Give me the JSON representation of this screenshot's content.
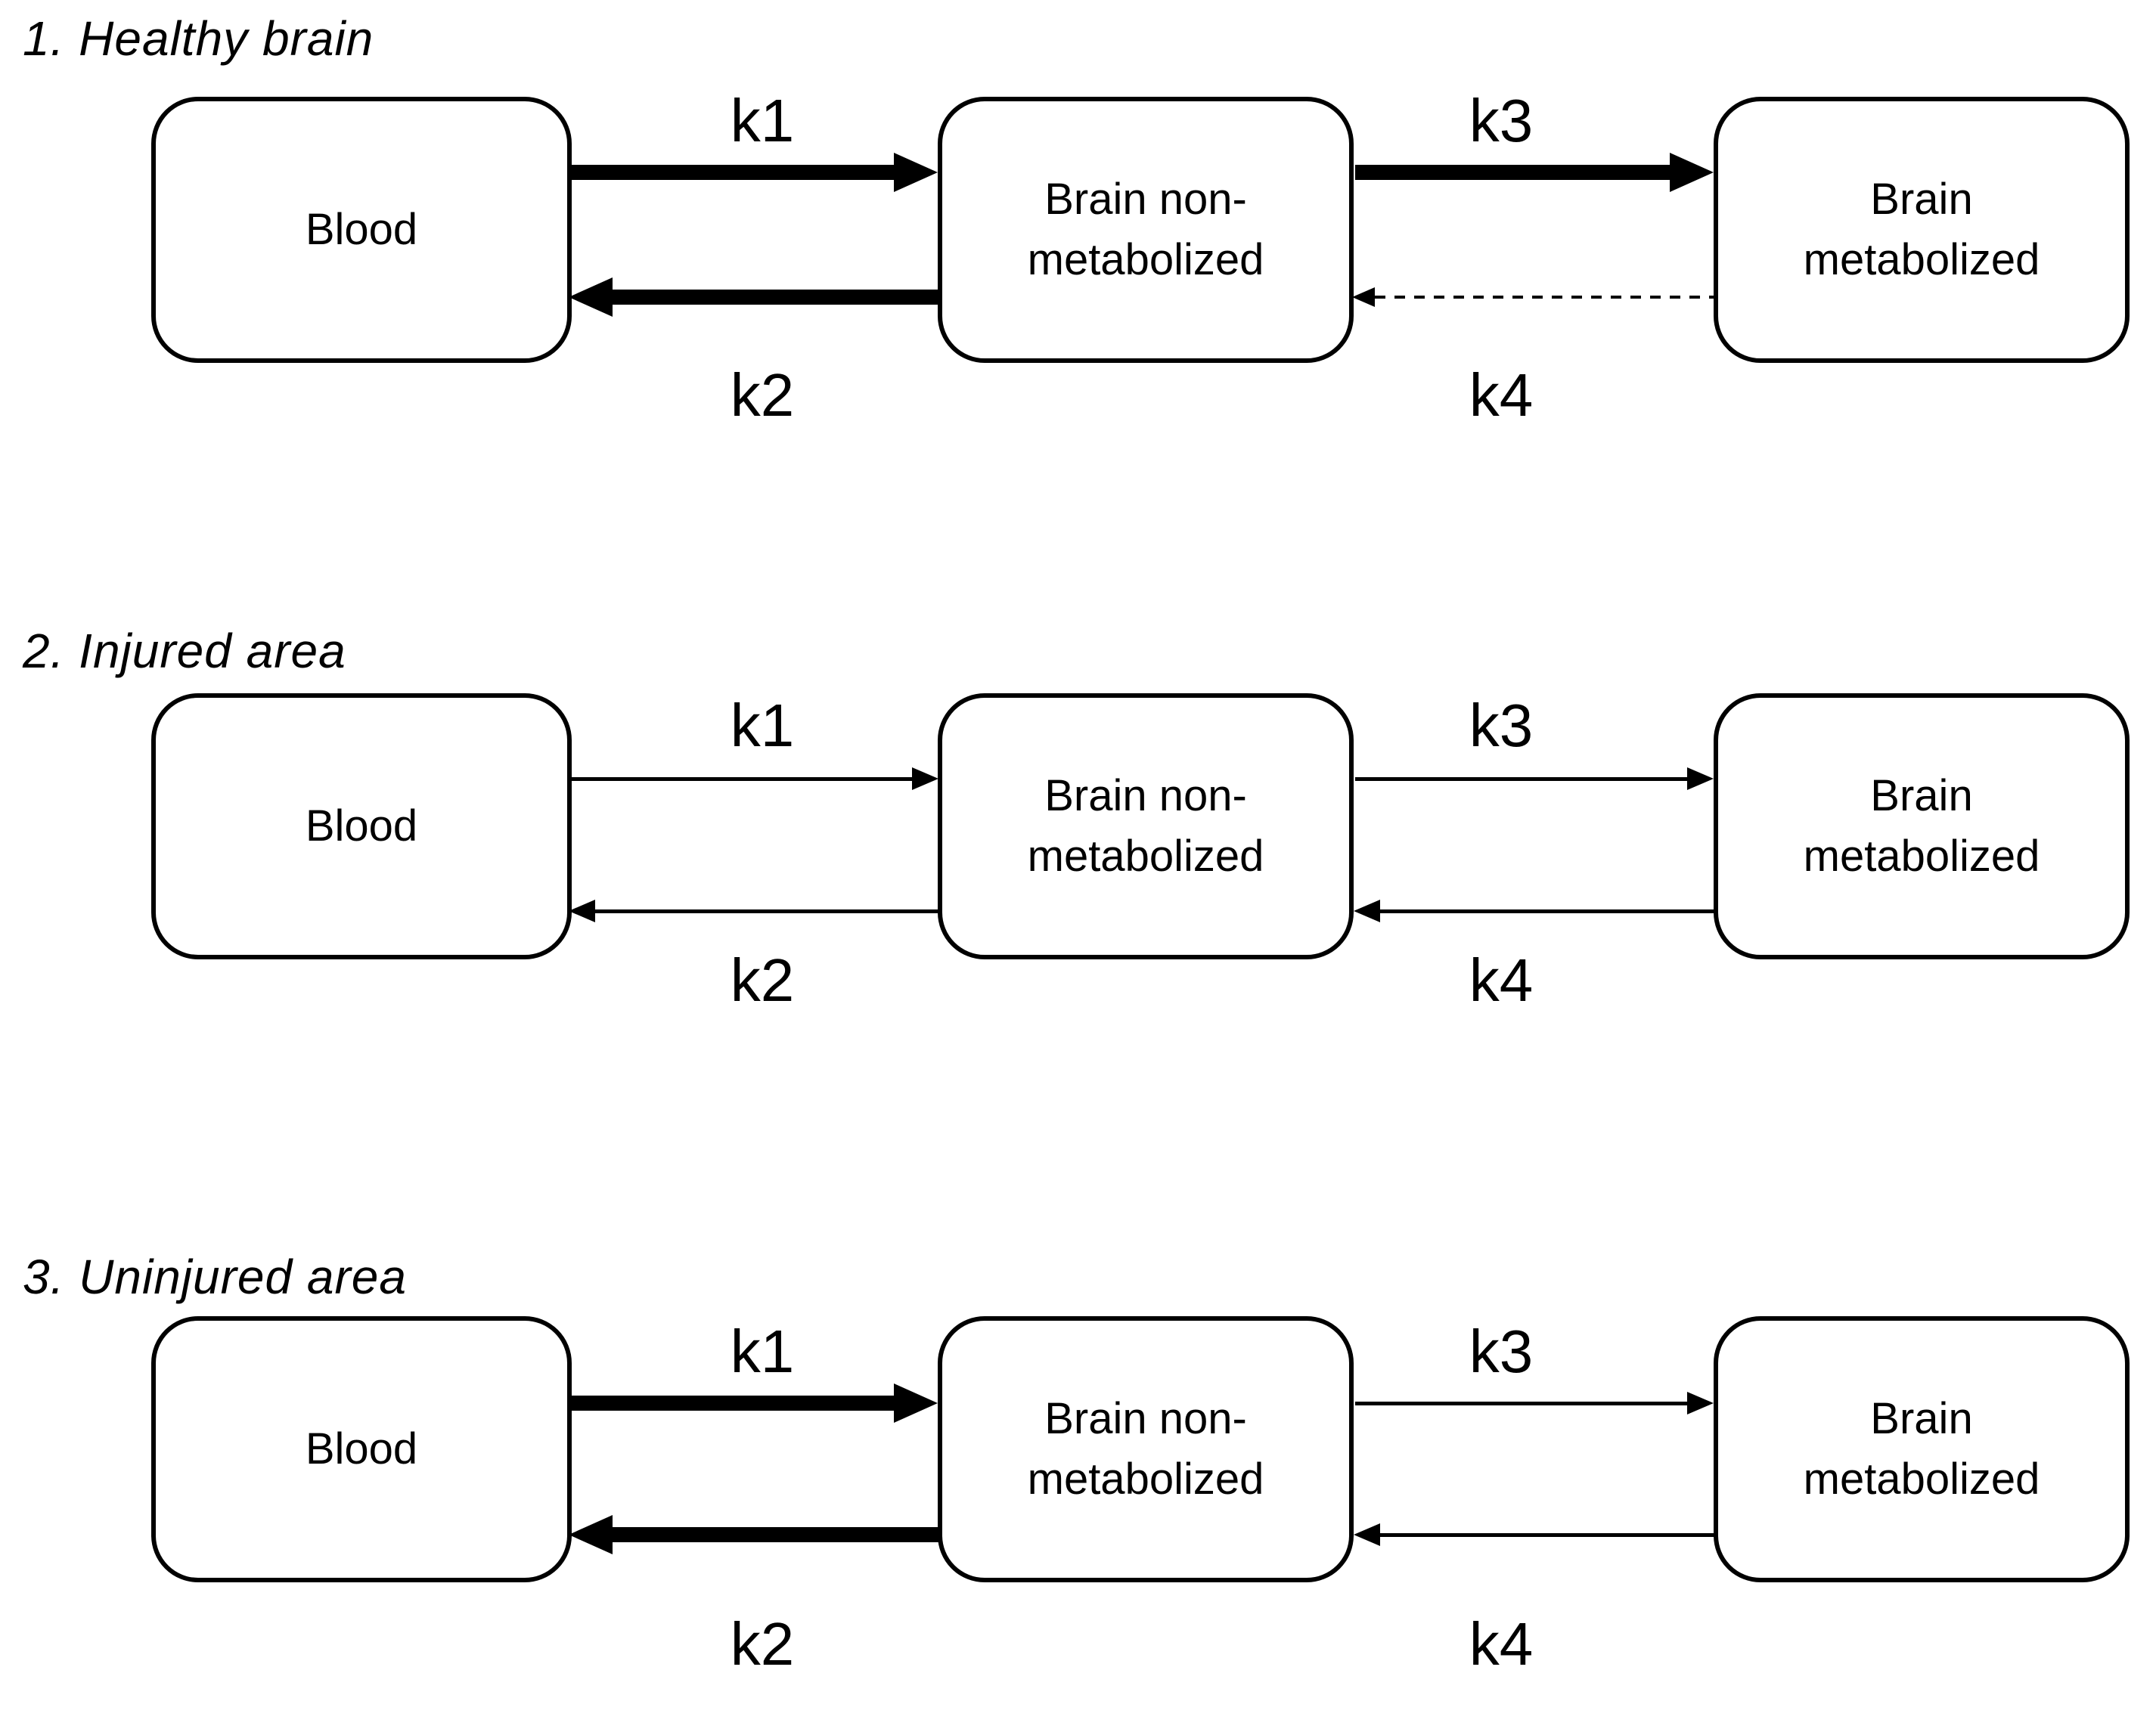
{
  "figure": {
    "background_color": "#ffffff",
    "ink_color": "#000000",
    "kind": "two-tissue compartment model diagram",
    "rows": 3
  },
  "sections": [
    {
      "title": "1. Healthy brain",
      "boxes": {
        "blood": {
          "label": "Blood"
        },
        "brain_nonmetabolized": {
          "line1": "Brain non-",
          "line2": "metabolized"
        },
        "brain_metabolized": {
          "line1": "Brain",
          "line2": "metabolized"
        }
      },
      "arrows": {
        "k1": {
          "label": "k1",
          "direction": "right",
          "weight": "thick",
          "line_style": "solid"
        },
        "k2": {
          "label": "k2",
          "direction": "left",
          "weight": "thick",
          "line_style": "solid"
        },
        "k3": {
          "label": "k3",
          "direction": "right",
          "weight": "thick",
          "line_style": "solid"
        },
        "k4": {
          "label": "k4",
          "direction": "left",
          "weight": "thin",
          "line_style": "dashed"
        }
      }
    },
    {
      "title": "2. Injured area",
      "boxes": {
        "blood": {
          "label": "Blood"
        },
        "brain_nonmetabolized": {
          "line1": "Brain non-",
          "line2": "metabolized"
        },
        "brain_metabolized": {
          "line1": "Brain",
          "line2": "metabolized"
        }
      },
      "arrows": {
        "k1": {
          "label": "k1",
          "direction": "right",
          "weight": "thin",
          "line_style": "solid"
        },
        "k2": {
          "label": "k2",
          "direction": "left",
          "weight": "thin",
          "line_style": "solid"
        },
        "k3": {
          "label": "k3",
          "direction": "right",
          "weight": "thin",
          "line_style": "solid"
        },
        "k4": {
          "label": "k4",
          "direction": "left",
          "weight": "thin",
          "line_style": "solid"
        }
      }
    },
    {
      "title": "3. Uninjured area",
      "boxes": {
        "blood": {
          "label": "Blood"
        },
        "brain_nonmetabolized": {
          "line1": "Brain non-",
          "line2": "metabolized"
        },
        "brain_metabolized": {
          "line1": "Brain",
          "line2": "metabolized"
        }
      },
      "arrows": {
        "k1": {
          "label": "k1",
          "direction": "right",
          "weight": "thick",
          "line_style": "solid"
        },
        "k2": {
          "label": "k2",
          "direction": "left",
          "weight": "thick",
          "line_style": "solid"
        },
        "k3": {
          "label": "k3",
          "direction": "right",
          "weight": "thin",
          "line_style": "solid"
        },
        "k4": {
          "label": "k4",
          "direction": "left",
          "weight": "thin",
          "line_style": "solid"
        }
      }
    }
  ]
}
